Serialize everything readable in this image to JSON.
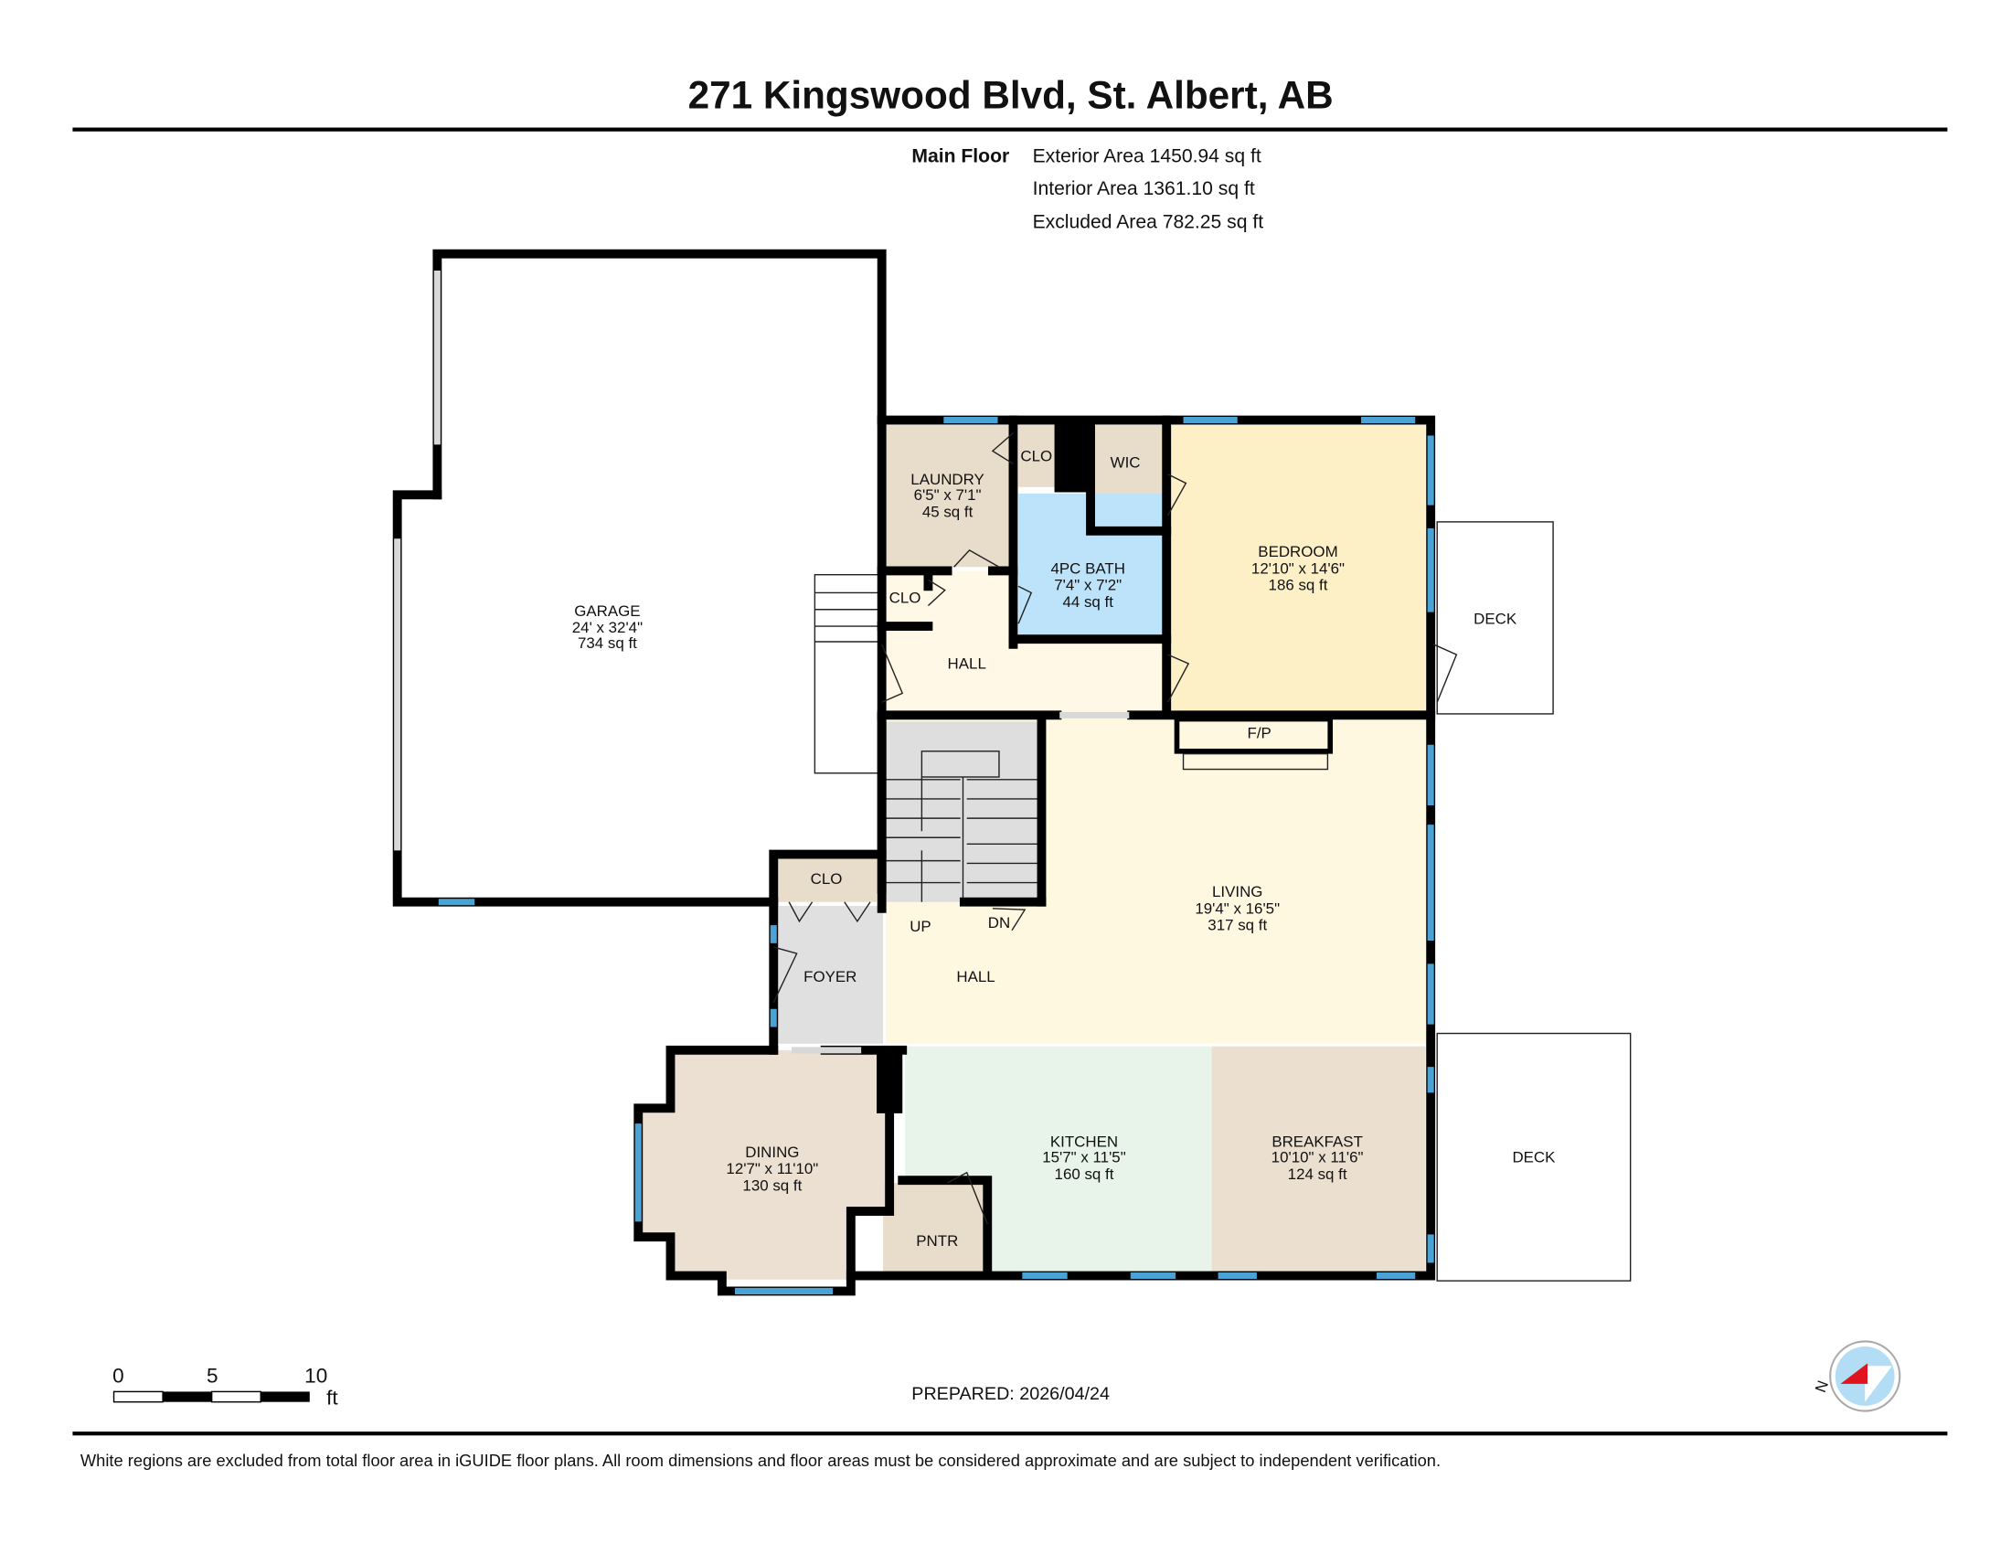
{
  "header": {
    "title": "271 Kingswood Blvd, St. Albert, AB"
  },
  "summary": {
    "floor": "Main Floor",
    "exterior": "Exterior Area 1450.94 sq ft",
    "interior": "Interior Area 1361.10 sq ft",
    "excluded": "Excluded Area 782.25 sq ft"
  },
  "rooms": {
    "garage": {
      "name": "GARAGE",
      "dims": "24' x 32'4\"",
      "area": "734 sq ft"
    },
    "laundry": {
      "name": "LAUNDRY",
      "dims": "6'5\" x 7'1\"",
      "area": "45 sq ft"
    },
    "bath": {
      "name": "4PC BATH",
      "dims": "7'4\" x 7'2\"",
      "area": "44 sq ft"
    },
    "bedroom": {
      "name": "BEDROOM",
      "dims": "12'10\" x 14'6\"",
      "area": "186 sq ft"
    },
    "living": {
      "name": "LIVING",
      "dims": "19'4\" x 16'5\"",
      "area": "317 sq ft"
    },
    "dining": {
      "name": "DINING",
      "dims": "12'7\" x 11'10\"",
      "area": "130 sq ft"
    },
    "kitchen": {
      "name": "KITCHEN",
      "dims": "15'7\" x 11'5\"",
      "area": "160 sq ft"
    },
    "breakfast": {
      "name": "BREAKFAST",
      "dims": "10'10\" x 11'6\"",
      "area": "124 sq ft"
    },
    "clo_top": "CLO",
    "wic": "WIC",
    "clo_hall": "CLO",
    "hall_top": "HALL",
    "fp": "F/P",
    "deck_top": "DECK",
    "deck_bottom": "DECK",
    "clo_foyer": "CLO",
    "up": "UP",
    "dn": "DN",
    "foyer": "FOYER",
    "hall_lower": "HALL",
    "pantry": "PNTR"
  },
  "scale_bar": {
    "ticks": [
      "0",
      "5",
      "10"
    ],
    "unit": "ft"
  },
  "prepared": "PREPARED: 2026/04/24",
  "compass": {
    "label": "N"
  },
  "footer": {
    "disclaimer": "White regions are excluded from total floor area in iGUIDE floor plans. All room dimensions and floor areas must be considered approximate and are subject to independent verification."
  },
  "colors": {
    "window": "#4aa3d4",
    "bath": "#bde3fb",
    "bedroom": "#fdf0c6",
    "living": "#fff8e1",
    "kitchen": "#e8f3ea",
    "beige": "#e8dccb",
    "compass_arrow": "#e0141e"
  }
}
